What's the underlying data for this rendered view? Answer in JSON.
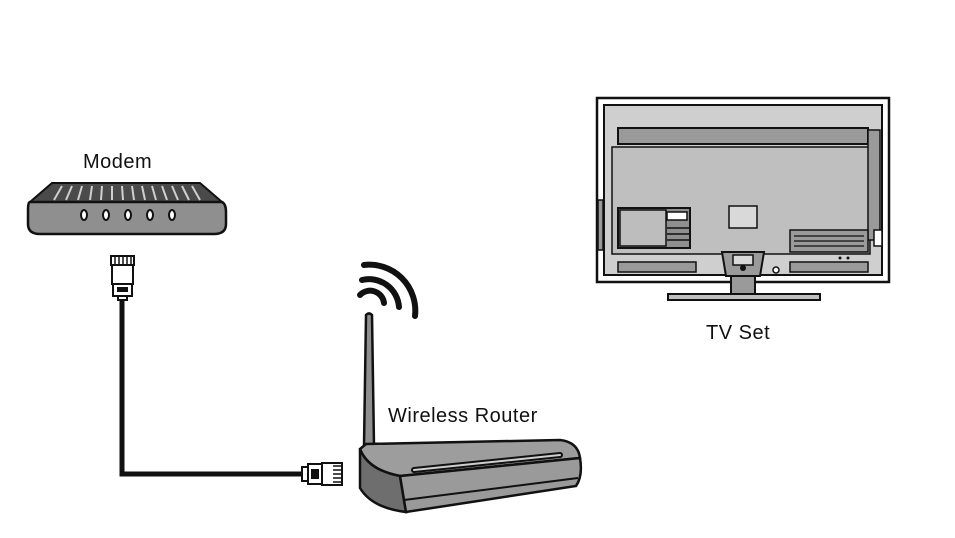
{
  "labels": {
    "modem": "Modem",
    "router": "Wireless Router",
    "tv": "TV Set"
  },
  "colors": {
    "device_fill": "#9c9c9c",
    "device_dark": "#6f6f6f",
    "outline": "#111111",
    "panel": "#d9d9d9",
    "cable": "#111111"
  },
  "icons": {
    "modem": "modem-icon",
    "router": "router-icon",
    "wifi": "wifi-signal-icon",
    "tv": "tv-back-icon",
    "cable": "ethernet-cable-icon"
  }
}
